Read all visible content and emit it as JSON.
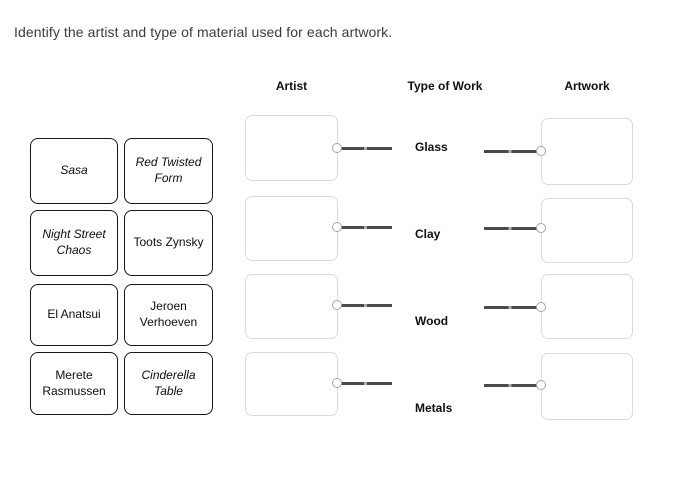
{
  "page": {
    "title": "Identify the artist and type of material used for each artwork."
  },
  "columns": {
    "artist_header": "Artist",
    "type_header": "Type of Work",
    "artwork_header": "Artwork"
  },
  "tiles": [
    {
      "label": "Sasa",
      "style": "italic"
    },
    {
      "label": "Red Twisted Form",
      "style": "italic"
    },
    {
      "label": "Night Street Chaos",
      "style": "italic"
    },
    {
      "label": "Toots Zynsky",
      "style": "normal"
    },
    {
      "label": "El Anatsui",
      "style": "normal"
    },
    {
      "label": "Jeroen Verhoeven",
      "style": "normal"
    },
    {
      "label": "Merete Rasmussen",
      "style": "normal"
    },
    {
      "label": "Cinderella Table",
      "style": "italic"
    }
  ],
  "rows": [
    {
      "type_label": "Glass"
    },
    {
      "type_label": "Clay"
    },
    {
      "type_label": "Wood"
    },
    {
      "type_label": "Metals"
    }
  ],
  "colors": {
    "line": "#4a4a4a",
    "tile_border": "#161616",
    "dropzone_border": "#dbdbdb",
    "circle_stroke": "#a5a5a5",
    "title_text": "#3b3b3b"
  }
}
